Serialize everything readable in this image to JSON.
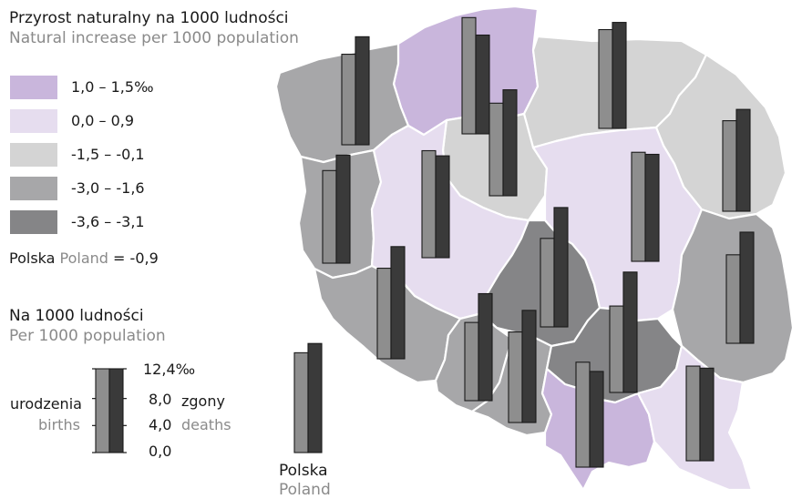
{
  "legend": {
    "title_pl": "Przyrost naturalny na 1000 ludności",
    "title_en": "Natural increase per 1000 population",
    "classes": [
      {
        "label": "1,0  –  1,5‰",
        "color": "#c9b6dc"
      },
      {
        "label": "0,0  –  0,9",
        "color": "#e6ddef"
      },
      {
        "label": "-1,5  – -0,1",
        "color": "#d4d4d4"
      },
      {
        "label": "-3,0  – -1,6",
        "color": "#a7a7a9"
      },
      {
        "label": "-3,6  – -3,1",
        "color": "#858587"
      }
    ],
    "poland_pl": "Polska",
    "poland_en": "Poland",
    "poland_value": "= -0,9"
  },
  "bars_legend": {
    "title_pl": "Na 1000 ludności",
    "title_en": "Per 1000 population",
    "scale": [
      "12,4‰",
      "8,0",
      "4,0",
      "0,0"
    ],
    "births_pl": "urodzenia",
    "births_en": "births",
    "deaths_pl": "zgony",
    "deaths_en": "deaths"
  },
  "national_bars": {
    "label_pl": "Polska",
    "label_en": "Poland",
    "births": 9.7,
    "deaths": 10.6
  },
  "map": {
    "colors": {
      "outline": "#ffffff",
      "births_bar": "#8e8e8e",
      "deaths_bar": "#3a3a3a",
      "bar_stroke": "#1a1a1a"
    },
    "regions": [
      {
        "id": "pomorskie",
        "class": 0,
        "births": 11.3,
        "deaths": 9.6
      },
      {
        "id": "warminsko-mazurskie",
        "class": 2,
        "births": 9.6,
        "deaths": 10.3
      },
      {
        "id": "podlaskie",
        "class": 2,
        "births": 8.8,
        "deaths": 9.9
      },
      {
        "id": "zachodniopomorskie",
        "class": 3,
        "births": 8.8,
        "deaths": 10.5
      },
      {
        "id": "kujawsko-pomorskie",
        "class": 2,
        "births": 9.0,
        "deaths": 10.3
      },
      {
        "id": "lubuskie",
        "class": 3,
        "births": 9.0,
        "deaths": 10.5
      },
      {
        "id": "wielkopolskie",
        "class": 1,
        "births": 10.4,
        "deaths": 9.9
      },
      {
        "id": "mazowieckie",
        "class": 1,
        "births": 10.6,
        "deaths": 10.4
      },
      {
        "id": "lodzkie",
        "class": 4,
        "births": 8.6,
        "deaths": 11.6
      },
      {
        "id": "lubelskie",
        "class": 3,
        "births": 8.6,
        "deaths": 10.8
      },
      {
        "id": "dolnoslaskie",
        "class": 3,
        "births": 8.8,
        "deaths": 10.9
      },
      {
        "id": "opolskie",
        "class": 3,
        "births": 7.6,
        "deaths": 10.4
      },
      {
        "id": "slaskie",
        "class": 3,
        "births": 8.8,
        "deaths": 10.9
      },
      {
        "id": "swietokrzyskie",
        "class": 4,
        "births": 8.4,
        "deaths": 11.7
      },
      {
        "id": "malopolskie",
        "class": 0,
        "births": 10.2,
        "deaths": 9.3
      },
      {
        "id": "podkarpackie",
        "class": 1,
        "births": 9.2,
        "deaths": 9.0
      }
    ]
  }
}
